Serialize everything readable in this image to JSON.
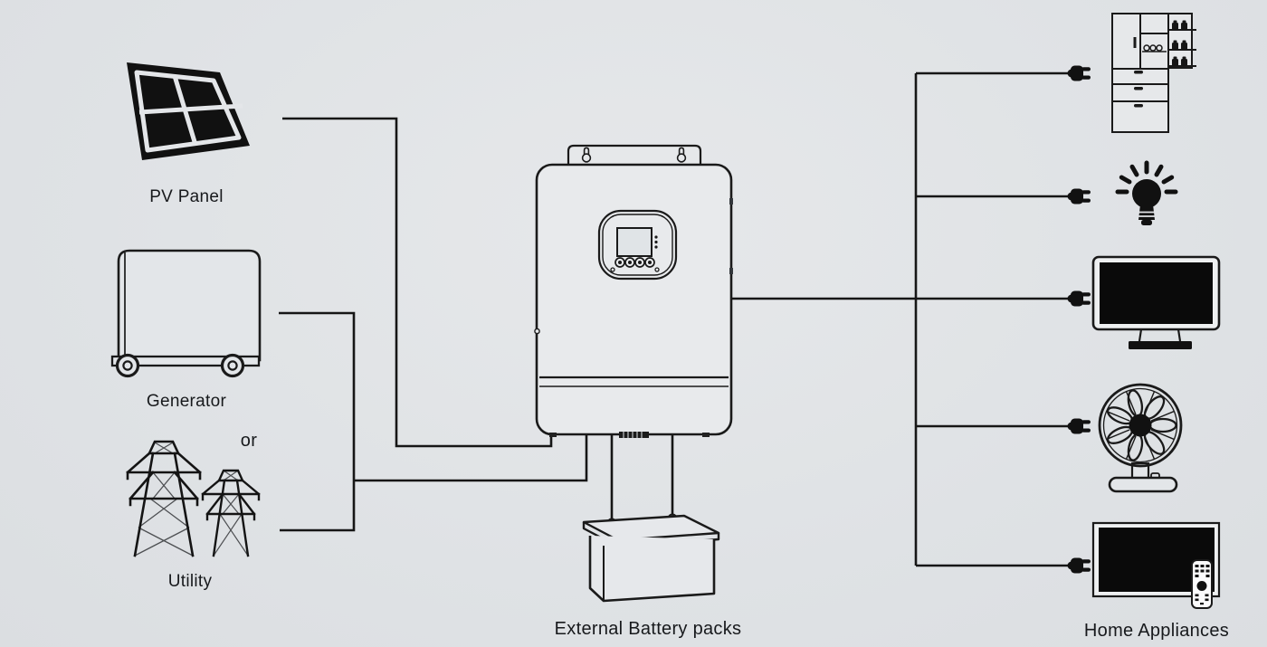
{
  "canvas": {
    "background_color": "#e0e3e6",
    "line_color": "#161616"
  },
  "labels": {
    "pv_panel": "PV Panel",
    "generator": "Generator",
    "or": "or",
    "utility": "Utility",
    "battery": "External Battery packs",
    "home_appliances": "Home Appliances"
  },
  "nodes": {
    "sources": [
      {
        "id": "pv-panel",
        "icon": "solar-panel-icon",
        "label": "PV Panel"
      },
      {
        "id": "generator",
        "icon": "generator-icon",
        "label": "Generator"
      },
      {
        "id": "utility",
        "icon": "transmission-towers-icon",
        "label": "Utility"
      }
    ],
    "inverter": {
      "id": "inverter",
      "icon": "inverter-icon"
    },
    "battery": {
      "id": "battery",
      "icon": "battery-pack-icon",
      "label": "External Battery packs"
    },
    "appliances": [
      {
        "id": "refrigerator",
        "icon": "refrigerator-icon"
      },
      {
        "id": "light",
        "icon": "light-bulb-icon"
      },
      {
        "id": "monitor",
        "icon": "monitor-icon"
      },
      {
        "id": "fan",
        "icon": "desk-fan-icon"
      },
      {
        "id": "tv",
        "icon": "tv-with-remote-icon"
      }
    ],
    "connector_icon": "power-plug-icon"
  }
}
